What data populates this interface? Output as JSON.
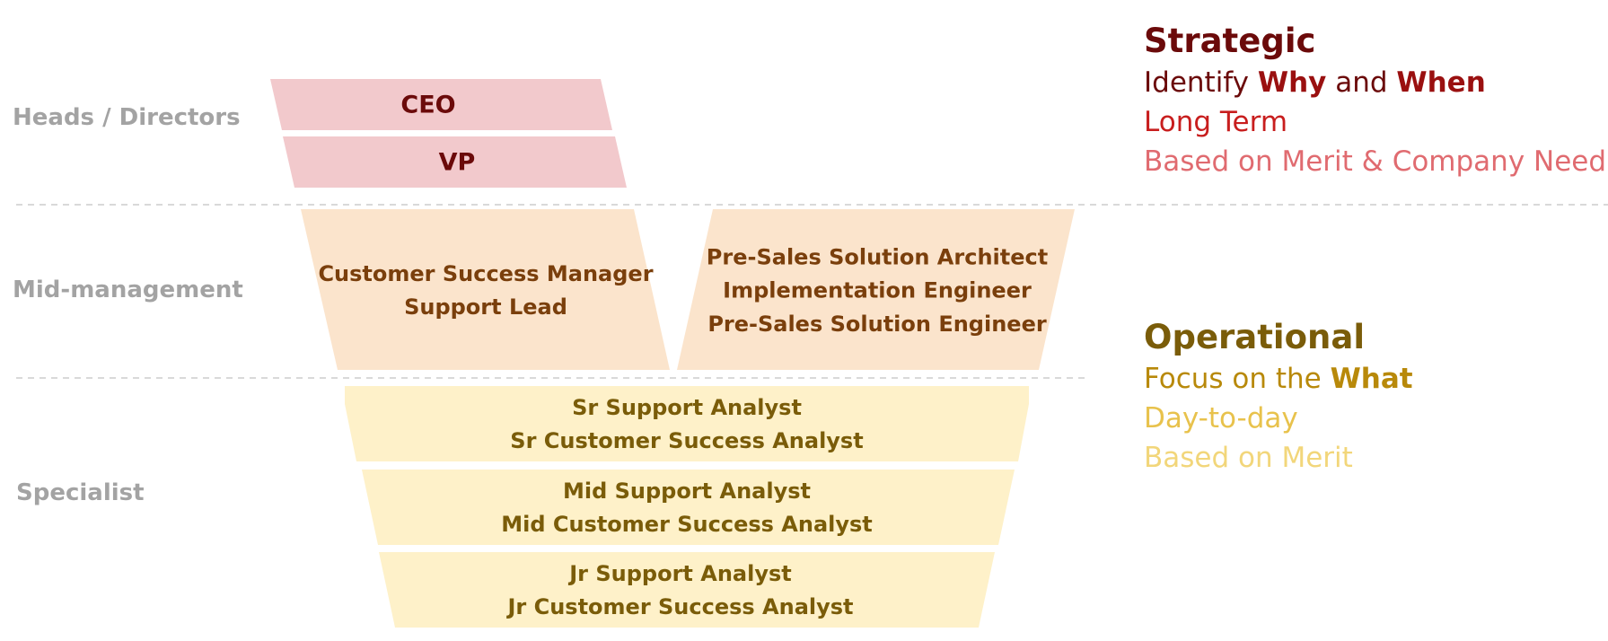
{
  "levels": {
    "heads": "Heads / Directors",
    "mid": "Mid-management",
    "specialist": "Specialist"
  },
  "boxes": {
    "ceo": [
      "CEO"
    ],
    "vp": [
      "VP"
    ],
    "mid_left": [
      "Customer Success Manager",
      "Support Lead"
    ],
    "mid_right": [
      "Pre-Sales Solution Architect",
      "Implementation Engineer",
      "Pre-Sales Solution Engineer"
    ],
    "spec_sr": [
      "Sr Support Analyst",
      "Sr Customer Success Analyst"
    ],
    "spec_mid": [
      "Mid Support Analyst",
      "Mid Customer Success Analyst"
    ],
    "spec_jr": [
      "Jr Support Analyst",
      "Jr Customer Success Analyst"
    ]
  },
  "strategic": {
    "title": "Strategic",
    "line1_pre": "Identify ",
    "line1_b1": "Why",
    "line1_mid": " and ",
    "line1_b2": "When",
    "line2": "Long Term",
    "line3": "Based on Merit & Company Need"
  },
  "operational": {
    "title": "Operational",
    "line1_pre": "Focus on the ",
    "line1_b": "What",
    "line2": "Day-to-day",
    "line3": "Based on Merit"
  },
  "colors": {
    "heads_fill": "#f2c9cc",
    "heads_text": "#6b0a0a",
    "mid_fill": "#fbe4cc",
    "mid_text": "#7a3f0c",
    "spec_fill": "#fef1c9",
    "spec_text": "#7a5c09",
    "strategic_title": "#6b0a0a",
    "strategic_l1": "#6b0a0a",
    "strategic_l1_bold": "#9a1010",
    "strategic_l2": "#c81e1e",
    "strategic_l3": "#e06b70",
    "operational_title": "#7a5c09",
    "operational_l1": "#b8890a",
    "operational_l2": "#e8c24c",
    "operational_l3": "#f2d67a",
    "divider": "#d9d9d9",
    "level_label": "#a3a3a3"
  }
}
